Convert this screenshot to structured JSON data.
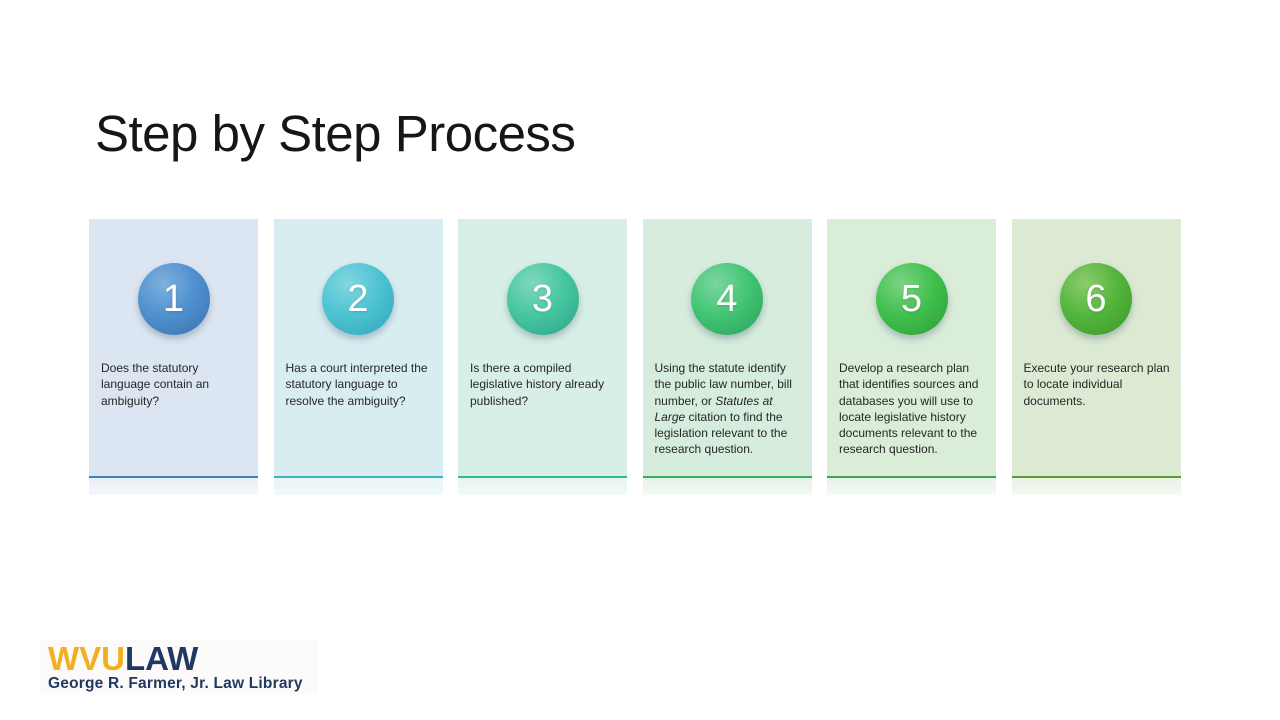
{
  "slide": {
    "title": "Step by Step Process"
  },
  "steps": [
    {
      "number": "1",
      "text": {
        "before": "Does the statutory language contain an ambiguity?",
        "italic": "",
        "after": ""
      },
      "colors": {
        "card_bg": "#dce6f2",
        "circle_light": "#7fb0de",
        "circle_main": "#4e8fce",
        "circle_dark": "#3a72ae",
        "divider": "#3f7ebd"
      }
    },
    {
      "number": "2",
      "text": {
        "before": "Has a court interpreted the statutory language to resolve the ambiguity?",
        "italic": "",
        "after": ""
      },
      "colors": {
        "card_bg": "#d8edf0",
        "circle_light": "#83d6e0",
        "circle_main": "#4cc2d2",
        "circle_dark": "#2fa4b8",
        "divider": "#3db3c3"
      }
    },
    {
      "number": "3",
      "text": {
        "before": "Is there a compiled legislative history already published?",
        "italic": "",
        "after": ""
      },
      "colors": {
        "card_bg": "#d7efe6",
        "circle_light": "#7fd8bd",
        "circle_main": "#46c5a0",
        "circle_dark": "#2da184",
        "divider": "#35b793"
      }
    },
    {
      "number": "4",
      "text": {
        "before": "Using the statute identify the public law number, bill number, or ",
        "italic": "Statutes at Large",
        "after": " citation to find the legislation relevant to the research question."
      },
      "colors": {
        "card_bg": "#d6ecdc",
        "circle_light": "#7cd69e",
        "circle_main": "#41c474",
        "circle_dark": "#2b9f58",
        "divider": "#3aad61"
      }
    },
    {
      "number": "5",
      "text": {
        "before": "Develop a research plan that identifies sources and databases you will use to locate legislative history documents relevant to the research question.",
        "italic": "",
        "after": ""
      },
      "colors": {
        "card_bg": "#d9edd9",
        "circle_light": "#7cd384",
        "circle_main": "#40bf4d",
        "circle_dark": "#2b9c37",
        "divider": "#41a847"
      }
    },
    {
      "number": "6",
      "text": {
        "before": "Execute your research plan to locate individual documents.",
        "italic": "",
        "after": ""
      },
      "colors": {
        "card_bg": "#dcead3",
        "circle_light": "#8ccb6d",
        "circle_main": "#52b53b",
        "circle_dark": "#3d9729",
        "divider": "#579d31"
      }
    }
  ],
  "logo": {
    "wvu": "WVU",
    "law": "LAW",
    "tagline": "George R. Farmer, Jr. Law Library",
    "wvu_color": "#F2B01E",
    "law_color": "#1F3864"
  }
}
